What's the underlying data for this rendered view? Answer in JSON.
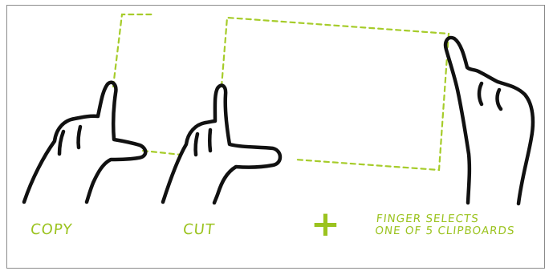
{
  "labels": {
    "copy": "COPY",
    "cut": "CUT",
    "plus": "+",
    "finger_line1": "FINGER SELECTS",
    "finger_line2": "ONE OF 5 CLIPBOARDS"
  },
  "colors": {
    "accent_green": "#9bc31f",
    "ink": "#111111",
    "frame": "#8a8a8a"
  },
  "icons": [
    "copy-gesture-hand-icon",
    "cut-gesture-hand-icon",
    "pointing-finger-hand-icon"
  ]
}
